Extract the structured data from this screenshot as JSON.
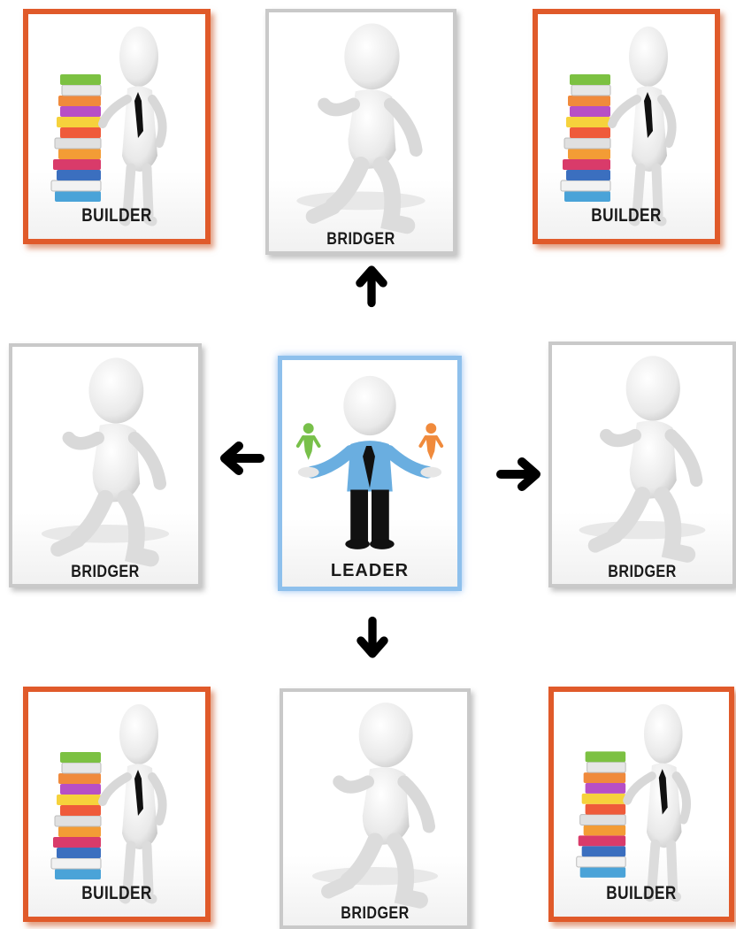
{
  "cards": {
    "builder_top_left": "BUILDER",
    "bridger_top": "BRIDGER",
    "builder_top_right": "BUILDER",
    "bridger_left": "BRIDGER",
    "leader_center": "LEADER",
    "bridger_right": "BRIDGER",
    "builder_bottom_left": "BUILDER",
    "bridger_bottom": "BRIDGER",
    "builder_bottom_right": "BUILDER"
  },
  "colors": {
    "builder_border": "#e05a2a",
    "bridger_border": "#c9c9c9",
    "leader_border": "#8ec0ec",
    "arrow": "#000000"
  },
  "arrows": [
    "arrow-up",
    "arrow-left",
    "arrow-right",
    "arrow-down"
  ]
}
